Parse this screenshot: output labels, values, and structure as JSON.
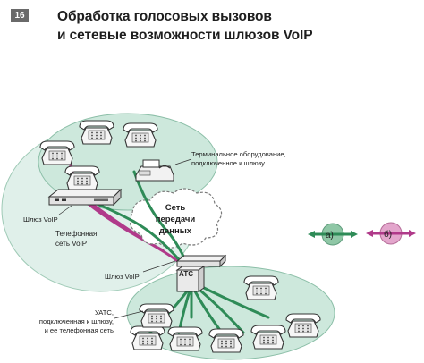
{
  "slide": {
    "number": "16",
    "title_line1": "Обработка голосовых вызовов",
    "title_line2": "и сетевые возможности   шлюзов  VoIP"
  },
  "labels": {
    "terminal_line1": "Терминальное оборудование,",
    "terminal_line2": "подключенное к шлюзу",
    "gateway_upper": "Шлюз VoIP",
    "gateway_lower": "Шлюз VoIP",
    "voip_net_line1": "Телефонная",
    "voip_net_line2": "сеть  VoIP",
    "data_net_line1": "Сеть",
    "data_net_line2": "передачи",
    "data_net_line3": "данных",
    "pbx_line1": "УАТС,",
    "pbx_line2": "подключенная к шлюзу,",
    "pbx_line3": "и ее телефонная сеть",
    "pbx_device": "АТС",
    "legend_a": "а)",
    "legend_b": "б)"
  },
  "colors": {
    "green_path": "#2e8b57",
    "magenta_path": "#b03a8a",
    "ellipse_fill": "#cde8dc",
    "ellipse_stroke": "#8cbfa8",
    "large_area_fill": "#e0f0ea",
    "cloud_fill": "#ffffff",
    "cloud_stroke": "#7a7a7a"
  },
  "icons": {
    "phone": "desk-phone-icon",
    "fax": "fax-machine-icon",
    "gateway": "gateway-box-icon",
    "pbx": "pbx-device-icon"
  }
}
